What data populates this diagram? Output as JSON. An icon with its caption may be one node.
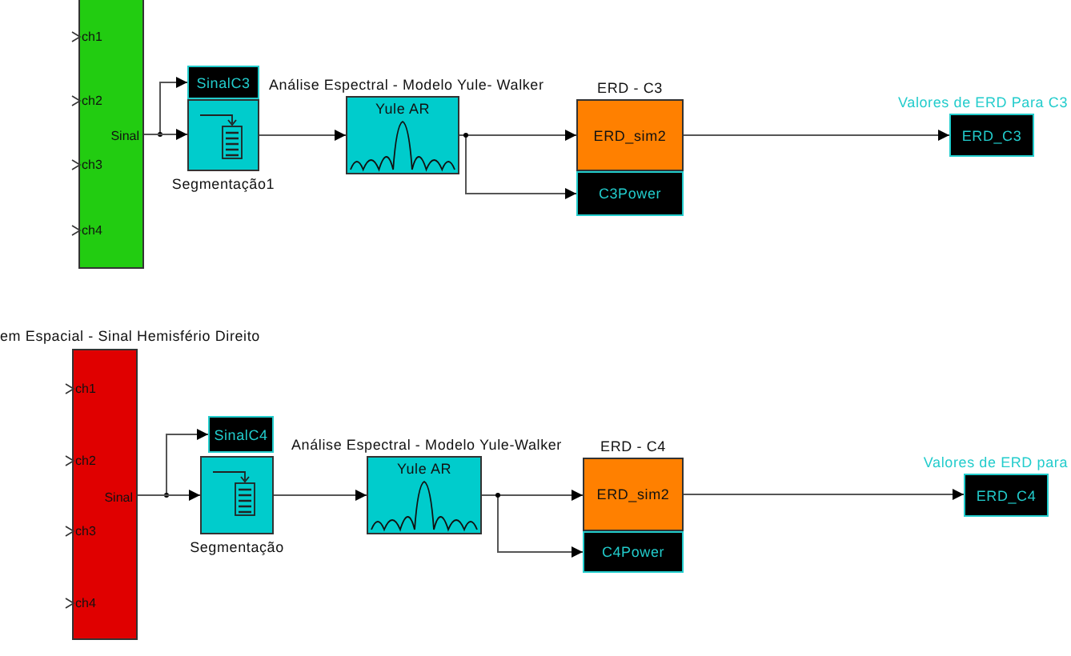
{
  "diagram": {
    "nodes": [
      {
        "text": [
          "ch1",
          "ch2",
          "ch3",
          "ch4",
          "Sinal"
        ]
      },
      {
        "text": [
          "SinalC3"
        ]
      },
      {
        "text": [
          "Segmentação1"
        ]
      },
      {
        "text": [
          "Análise Espectral - Modelo Yule- Walker",
          "Yule AR"
        ]
      },
      {
        "text": [
          "ERD - C3",
          "ERD_sim2"
        ]
      },
      {
        "text": [
          "C3Power"
        ]
      },
      {
        "text": [
          "Valores de ERD Para C3",
          "ERD_C3"
        ]
      },
      {
        "text": [
          "ch1",
          "ch2",
          "ch3",
          "ch4",
          "Sinal"
        ],
        "beside": [
          "em Espacial - Sinal Hemisfério Direito"
        ]
      },
      {
        "text": [
          "SinalC4"
        ]
      },
      {
        "text": [
          "Segmentação"
        ]
      },
      {
        "text": [
          "Análise Espectral - Modelo Yule-Walker",
          "Yule AR"
        ]
      },
      {
        "text": [
          "ERD - C4",
          "ERD_sim2"
        ]
      },
      {
        "text": [
          "C4Power"
        ]
      },
      {
        "text": [
          "Valores de ERD para",
          "ERD_C4"
        ]
      }
    ],
    "edges": [
      {
        "from": 0,
        "to": 1,
        "arrow": "to"
      },
      {
        "from": 0,
        "to": 2,
        "arrow": "to"
      },
      {
        "from": 2,
        "to": 3,
        "arrow": "to"
      },
      {
        "from": 3,
        "to": 4,
        "arrow": "to"
      },
      {
        "from": 3,
        "to": 5,
        "arrow": "to"
      },
      {
        "from": 4,
        "to": 6,
        "arrow": "to"
      },
      {
        "from": 7,
        "to": 8,
        "arrow": "to"
      },
      {
        "from": 7,
        "to": 9,
        "arrow": "to"
      },
      {
        "from": 9,
        "to": 10,
        "arrow": "to"
      },
      {
        "from": 10,
        "to": 11,
        "arrow": "to"
      },
      {
        "from": 10,
        "to": 12,
        "arrow": "to"
      },
      {
        "from": 11,
        "to": 13,
        "arrow": "to"
      }
    ]
  }
}
